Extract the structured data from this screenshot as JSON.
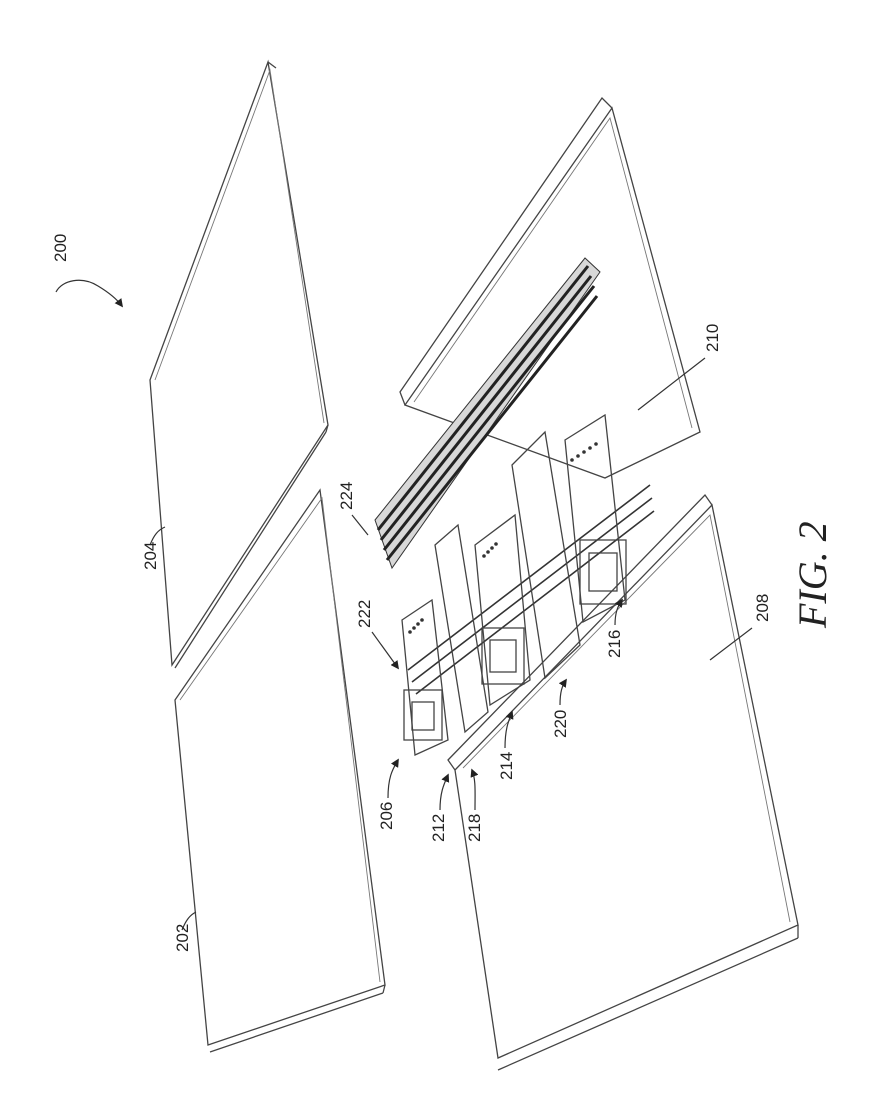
{
  "figure_caption": "FIG. 2",
  "reference_labels": {
    "r200": "200",
    "r202": "202",
    "r204": "204",
    "r206": "206",
    "r208": "208",
    "r210": "210",
    "r212": "212",
    "r214": "214",
    "r216": "216",
    "r218": "218",
    "r220": "220",
    "r222": "222",
    "r224": "224"
  }
}
